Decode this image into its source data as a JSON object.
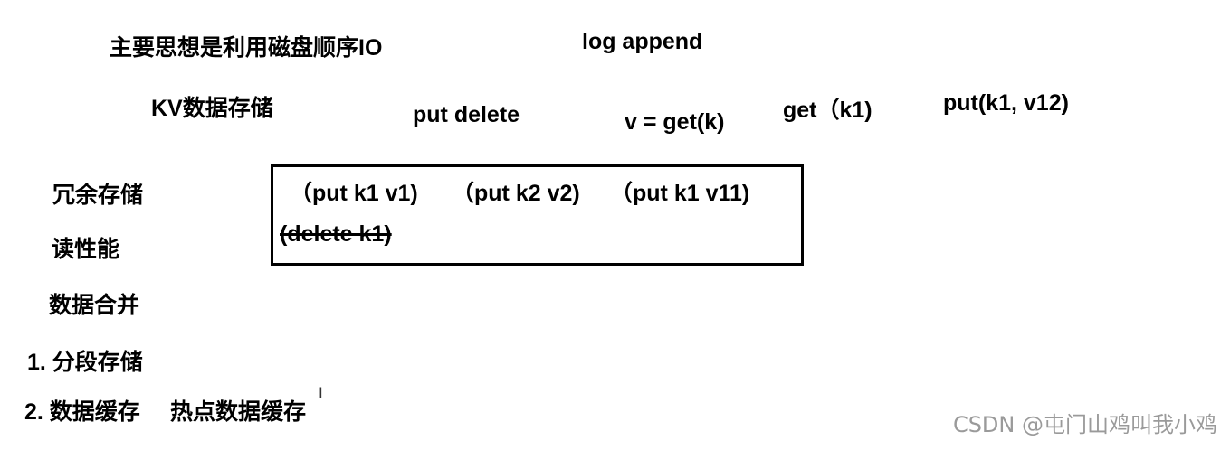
{
  "notes": {
    "main_idea": "主要思想是利用磁盘顺序IO",
    "log_append": "log  append",
    "kv_storage": "KV数据存储",
    "put_delete": "put delete",
    "v_get": "v = get(k)",
    "get_k1": "get（k1)",
    "put_k1_v12": "put(k1, v12)",
    "redundant_storage": "冗余存储",
    "read_performance": "读性能",
    "data_merge": "数据合并",
    "segment_storage": "1. 分段存储",
    "data_cache": "2. 数据缓存",
    "hot_data_cache": "热点数据缓存"
  },
  "log_box": {
    "entries": [
      "（put k1 v1)",
      "（put k2 v2)",
      "（put k1 v11)"
    ],
    "deleted_entry": "(delete k1)"
  },
  "cursor_glyph": "I",
  "watermark": "CSDN @屯门山鸡叫我小鸡"
}
